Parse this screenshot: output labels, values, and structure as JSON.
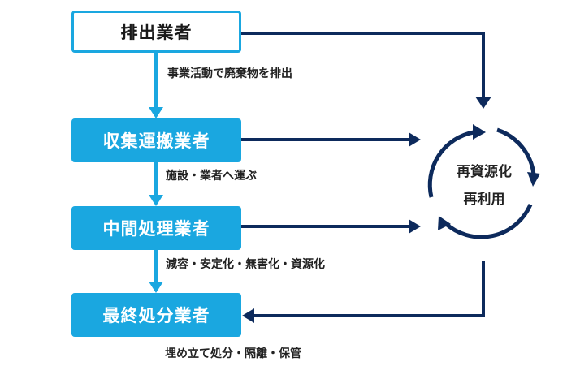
{
  "boxes": {
    "emitter": "排出業者",
    "collector": "収集運搬業者",
    "intermediate": "中間処理業者",
    "final": "最終処分業者"
  },
  "labels": {
    "emitter": "事業活動で廃棄物を排出",
    "collector": "施設・業者へ運ぶ",
    "intermediate": "減容・安定化・無害化・資源化",
    "final": "埋め立て処分・隔離・保管"
  },
  "cycle": {
    "line1": "再資源化",
    "line2": "再利用"
  },
  "colors": {
    "box_fill": "#1aa7e0",
    "arrow_light": "#1aa7e0",
    "arrow_dark": "#0d2a5c"
  }
}
